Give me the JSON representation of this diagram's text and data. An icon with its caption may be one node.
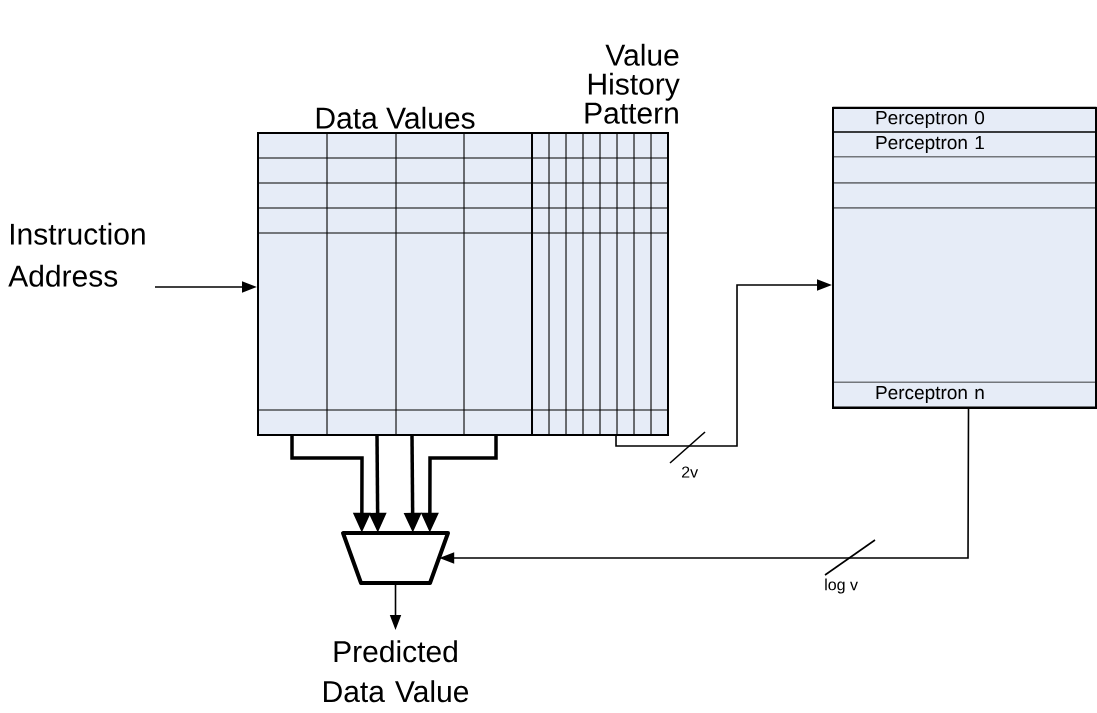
{
  "diagram": {
    "nodes": [
      {
        "text": [
          "Instruction Address"
        ]
      },
      {
        "text": [
          "Data Values"
        ]
      },
      {
        "text": [
          "Value History Pattern"
        ]
      },
      {
        "text": [],
        "shape": "box"
      },
      {
        "text": [
          "Perceptron 0"
        ],
        "in": 3
      },
      {
        "text": [
          "Perceptron 1"
        ],
        "in": 3
      },
      {
        "text": [
          "Perceptron n"
        ],
        "in": 3
      },
      {
        "text": [],
        "shape": "trapezoid"
      },
      {
        "text": [
          "Predicted Data Value"
        ]
      }
    ],
    "edges": [
      {
        "from": 0,
        "to": 1,
        "arrow": "to"
      },
      {
        "from": 1,
        "to": 7,
        "arrow": "to",
        "style": "thick"
      },
      {
        "from": 1,
        "to": 7,
        "arrow": "to",
        "style": "thick"
      },
      {
        "from": 1,
        "to": 7,
        "arrow": "to",
        "style": "thick"
      },
      {
        "from": 1,
        "to": 7,
        "arrow": "to",
        "style": "thick"
      },
      {
        "from": 2,
        "to": 3,
        "arrow": "to",
        "label": "2v"
      },
      {
        "from": 6,
        "to": 7,
        "arrow": "to",
        "label": "log v"
      },
      {
        "from": 7,
        "to": 8,
        "arrow": "to"
      }
    ]
  }
}
